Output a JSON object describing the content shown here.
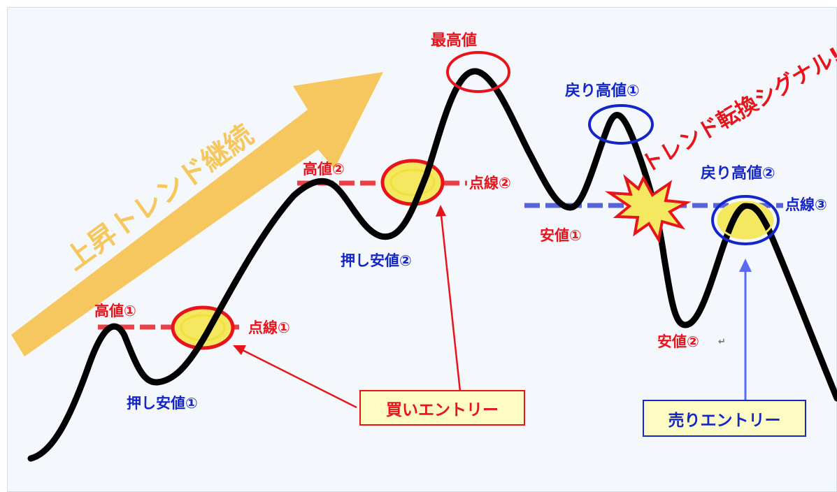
{
  "colors": {
    "red": "#e8141c",
    "blue": "#1526c8",
    "trend_arrow": "#f7c75f",
    "highlight_yellow": "#f4e861",
    "price_line": "#000000",
    "box_fill": "#fffbc4"
  },
  "labels": {
    "uptrend": "上昇トレンド継続",
    "reversal_signal": "トレンド転換シグナル!!",
    "highest": "最高値",
    "high1": "高値①",
    "high2": "高値②",
    "dotted1": "点線①",
    "dotted2": "点線②",
    "dotted3": "点線③",
    "pullback_low1": "押し安値①",
    "pullback_low2": "押し安値②",
    "rebound_high1": "戻り高値①",
    "rebound_high2": "戻り高値②",
    "low1": "安値①",
    "low2": "安値②",
    "return_mark": "↵",
    "buy_entry": "買いエントリー",
    "sell_entry": "売りエントリー"
  }
}
